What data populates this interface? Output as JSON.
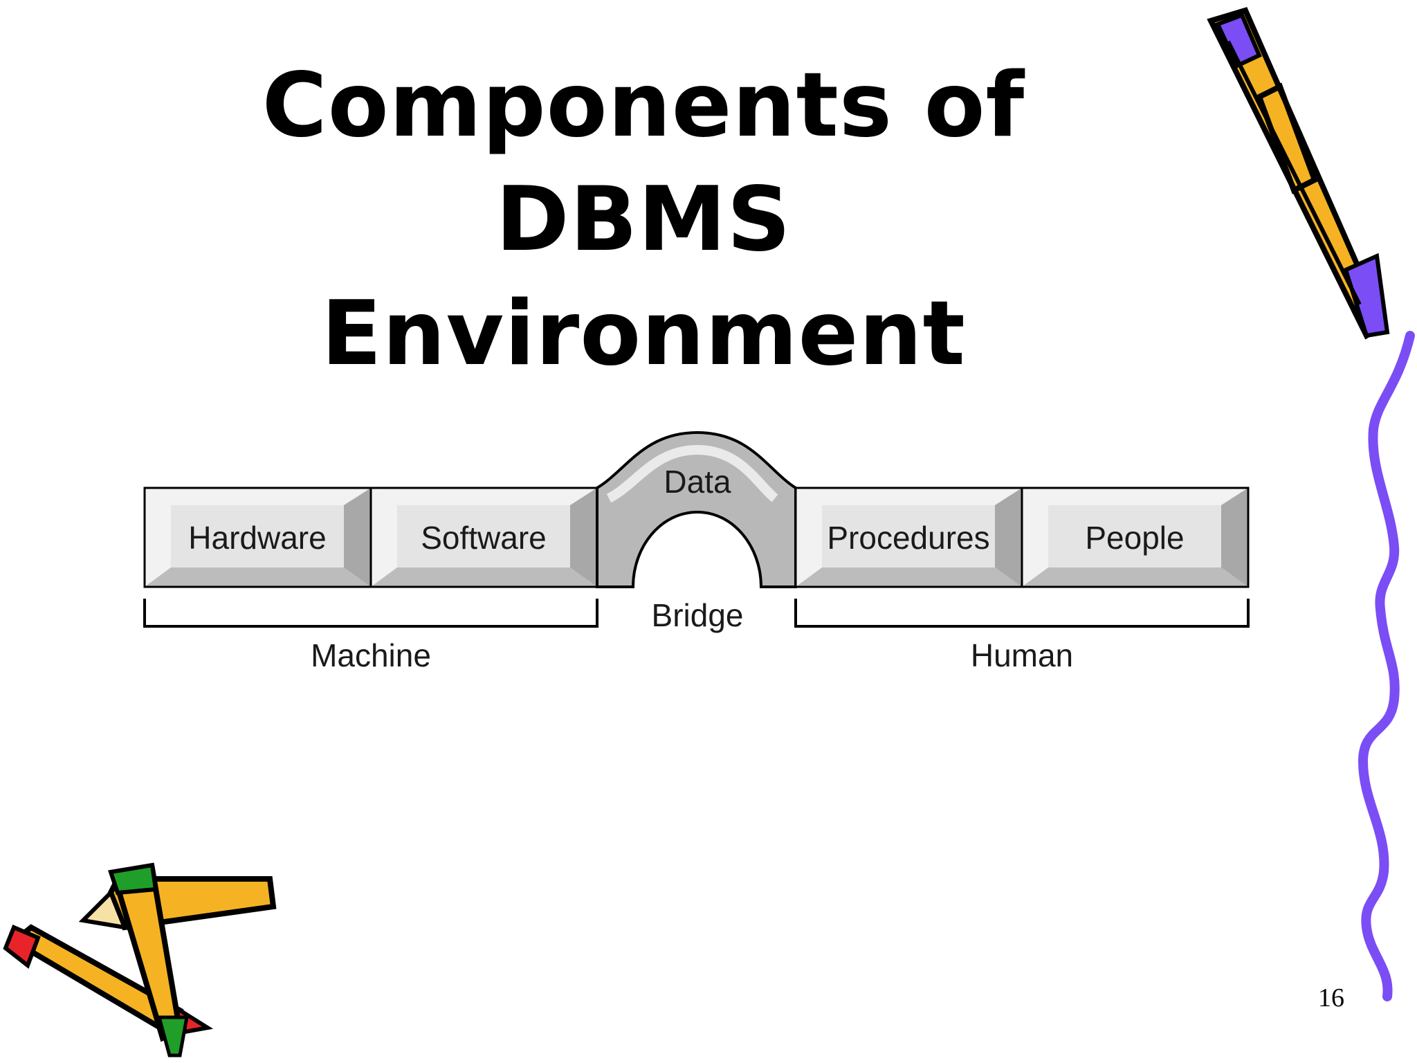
{
  "slide": {
    "title_line1": "Components of DBMS",
    "title_line2": "Environment",
    "page_number": "16"
  },
  "diagram": {
    "components": [
      {
        "label": "Hardware"
      },
      {
        "label": "Software"
      },
      {
        "label": "Data"
      },
      {
        "label": "Procedures"
      },
      {
        "label": "People"
      }
    ],
    "groups": {
      "machine": "Machine",
      "bridge": "Bridge",
      "human": "Human"
    }
  },
  "colors": {
    "box_face": "#e4e4e4",
    "box_bevel_light": "#f2f2f2",
    "box_bevel_dark": "#a8a8a8",
    "bridge_fill": "#b8b8b8",
    "outline": "#000000",
    "pencil_yellow": "#f5b323",
    "pencil_purple": "#7b4df5",
    "pencil_red": "#e8242a",
    "pencil_green": "#1f9e2a"
  },
  "icons": {
    "decor_top_right": "pencil-icon",
    "decor_bottom_left": "crossed-pencils-icon",
    "decor_right_edge": "wavy-line-decoration"
  }
}
